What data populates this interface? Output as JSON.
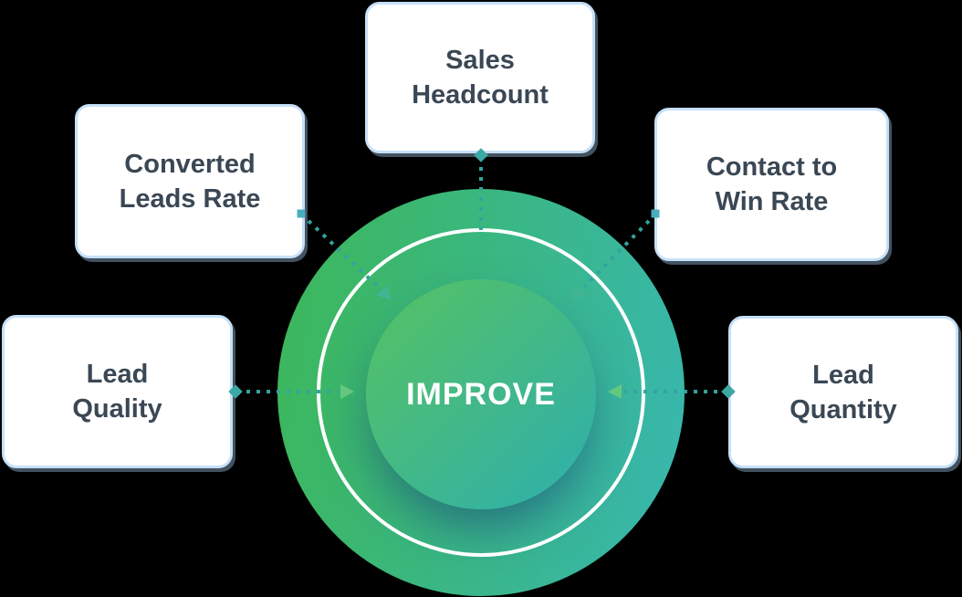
{
  "colors": {
    "bg": "#000000",
    "box-bg": "#FFFFFF",
    "box-border": "#C6E0F8",
    "box-shadow": "rgba(168,205,241,0.40)",
    "box-text": "#3A4754",
    "outer-g1": "#3CB75D",
    "outer-g2": "#38B7AC",
    "inner-g1": "#55C164",
    "inner-g2": "#2FB0AB",
    "inner-shadow": "rgba(17,45,118,0.50)",
    "ring": "#FFFFFF",
    "center-text": "#FFFFFF",
    "connector": "#34A39D",
    "marker-diamond": "#3BA8A6",
    "marker-square": "#49AEBB",
    "arrow": "#63C77F",
    "arrow-diag": "#43B493"
  },
  "center": {
    "label": "IMPROVE"
  },
  "nodes": [
    {
      "id": "sales-headcount",
      "line1": "Sales",
      "line2": "Headcount"
    },
    {
      "id": "converted-leads-rate",
      "line1": "Converted",
      "line2": "Leads Rate"
    },
    {
      "id": "contact-to-win-rate",
      "line1": "Contact to",
      "line2": "Win Rate"
    },
    {
      "id": "lead-quality",
      "line1": "Lead",
      "line2": "Quality"
    },
    {
      "id": "lead-quantity",
      "line1": "Lead",
      "line2": "Quantity"
    }
  ]
}
